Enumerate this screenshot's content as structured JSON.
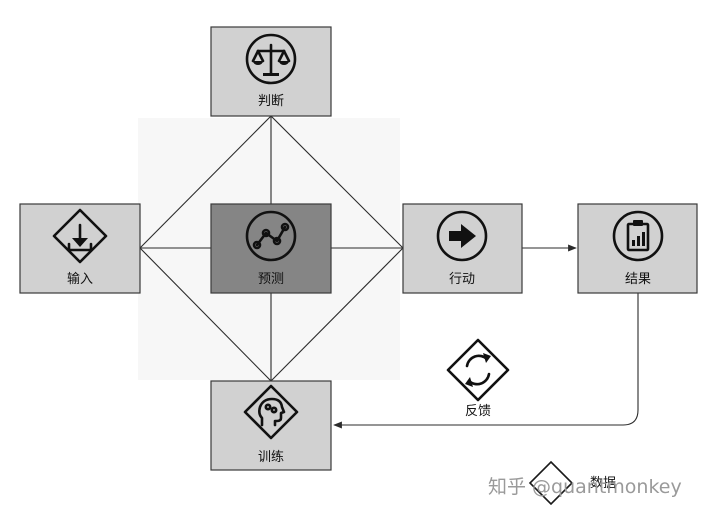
{
  "nodes": {
    "judge": {
      "label": "判断",
      "icon": "scales-icon"
    },
    "input": {
      "label": "输入",
      "icon": "download-diamond-icon"
    },
    "predict": {
      "label": "预测",
      "icon": "scatter-line-icon"
    },
    "action": {
      "label": "行动",
      "icon": "arrow-right-circle-icon"
    },
    "result": {
      "label": "结果",
      "icon": "clipboard-chart-icon"
    },
    "train": {
      "label": "训练",
      "icon": "brain-head-diamond-icon"
    },
    "feedback": {
      "label": "反馈",
      "icon": "refresh-diamond-icon"
    }
  },
  "legend": {
    "label": "数据",
    "icon": "diamond-icon"
  },
  "watermark": "知乎 @quantmonkey",
  "colors": {
    "box": "#d1d1d1",
    "box_highlight": "#858585",
    "line": "#2b2b2b"
  }
}
